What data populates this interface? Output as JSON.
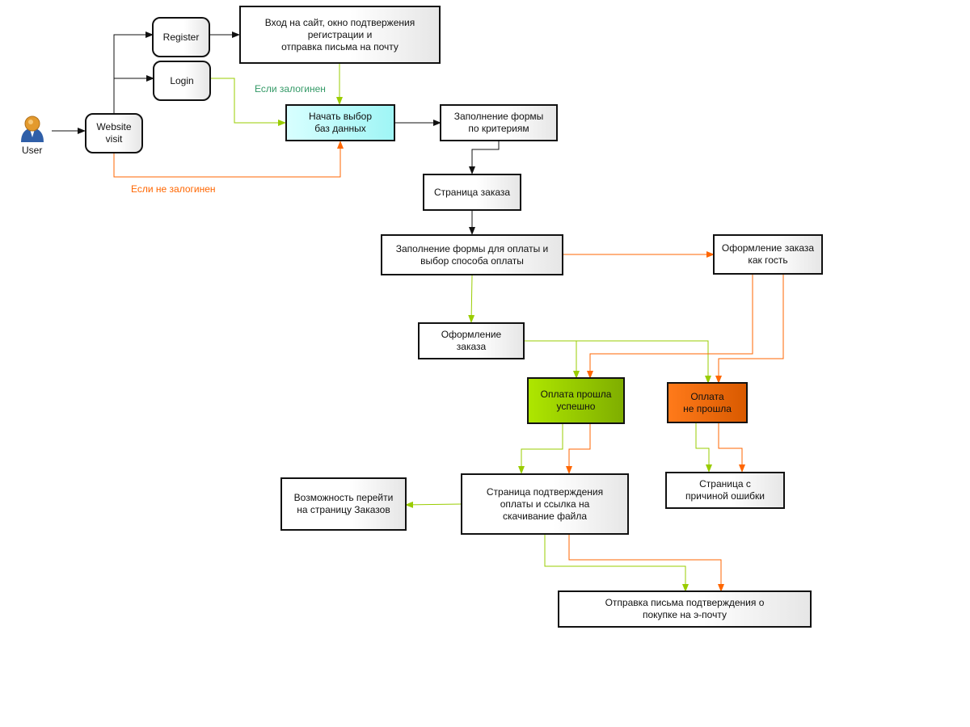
{
  "colors": {
    "black": "#111111",
    "green_line": "#99cc00",
    "orange_line": "#ff6600",
    "green_label": "#339966",
    "orange_label": "#ff6600"
  },
  "actor": {
    "label": "User",
    "icon": "user-icon"
  },
  "nodes": {
    "website_visit": "Website\nvisit",
    "register": "Register",
    "login": "Login",
    "site_entry": "Вход на сайт, окно подтвержения\nрегистрации и\nотправка письма на почту",
    "start_db": "Начать выбор\nбаз данных",
    "fill_criteria": "Заполнение формы\nпо критериям",
    "order_page": "Страница заказа",
    "payment_form": "Заполнение формы для оплаты и\nвыбор способа оплаты",
    "guest_order": "Оформление заказа\nкак гость",
    "checkout": "Оформление\nзаказа",
    "pay_success": "Оплата прошла\nуспешно",
    "pay_fail": "Оплата\nне прошла",
    "confirm_page": "Страница подтверждения\nоплаты и ссылка на\nскачивание файла",
    "orders_link": "Возможность перейти\nна страницу Заказов",
    "error_page": "Страница с\nпричиной ошибки",
    "email_confirm": "Отправка письма подтверждения о\nпокупке на э-почту"
  },
  "edge_labels": {
    "logged_in": "Если залогинен",
    "not_logged_in": "Если не залогинен"
  }
}
